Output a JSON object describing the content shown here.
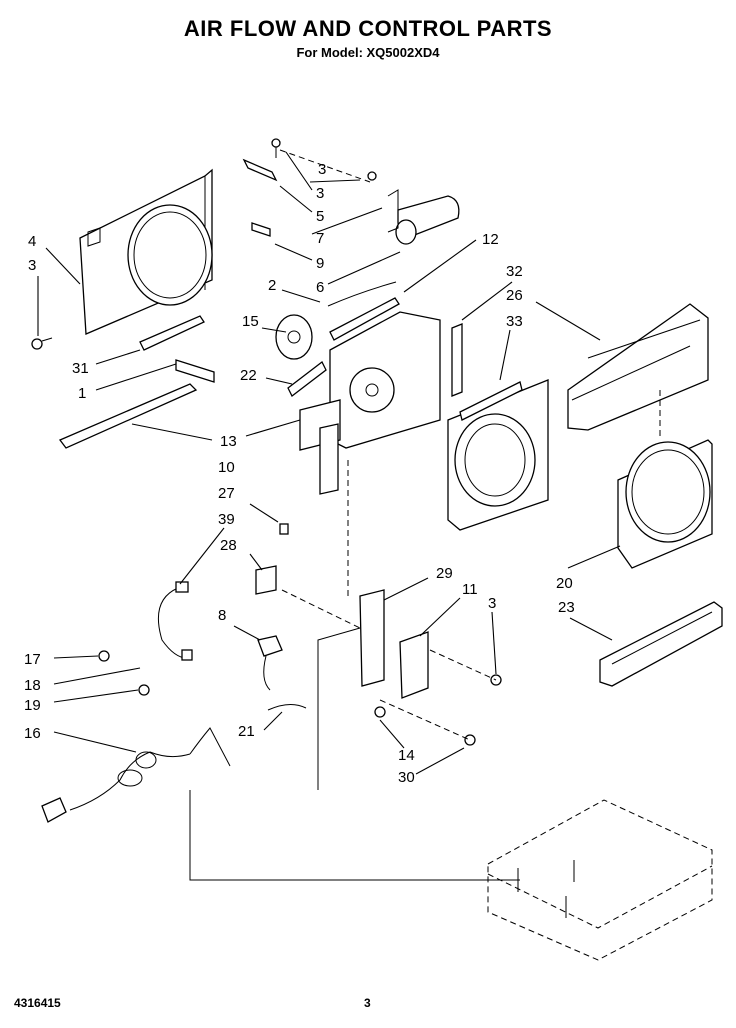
{
  "header": {
    "title": "AIR FLOW AND CONTROL PARTS",
    "subtitle": "For Model: XQ5002XD4"
  },
  "footer": {
    "doc_number": "4316415",
    "page_number": "3"
  },
  "callouts": {
    "c3a": "3",
    "c5": "5",
    "c3b": "3",
    "c7": "7",
    "c9": "9",
    "c6": "6",
    "c12": "12",
    "c4": "4",
    "c3c": "3",
    "c2": "2",
    "c32": "32",
    "c26": "26",
    "c33": "33",
    "c15": "15",
    "c31": "31",
    "c1": "1",
    "c22": "22",
    "c13": "13",
    "c10": "10",
    "c27": "27",
    "c39": "39",
    "c28": "28",
    "c29": "29",
    "c11": "11",
    "c3d": "3",
    "c20": "20",
    "c23": "23",
    "c8": "8",
    "c17": "17",
    "c18": "18",
    "c19": "19",
    "c21": "21",
    "c16": "16",
    "c14": "14",
    "c30": "30"
  }
}
